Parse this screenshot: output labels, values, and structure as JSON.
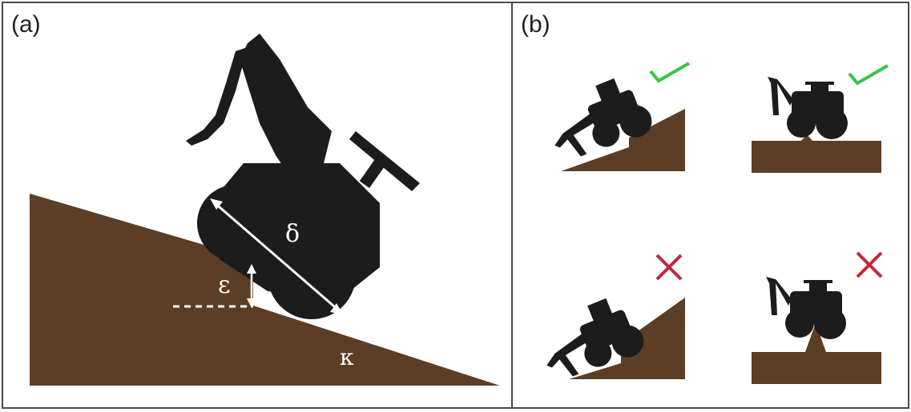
{
  "panel_a": {
    "label": "(a)",
    "symbols": {
      "delta": "δ",
      "epsilon": "ε",
      "kappa": "κ"
    }
  },
  "panel_b": {
    "label": "(b)",
    "marks": [
      "check",
      "check",
      "cross",
      "cross"
    ],
    "scenarios": [
      "slope-with-small-step",
      "flat-with-small-notch",
      "slope-with-large-step",
      "flat-with-large-spike"
    ]
  },
  "colors": {
    "ground": "#5c3d26",
    "robot": "#1c1c1c",
    "check": "#3cc24a",
    "cross": "#c0283a",
    "border": "#4a4a4a"
  }
}
